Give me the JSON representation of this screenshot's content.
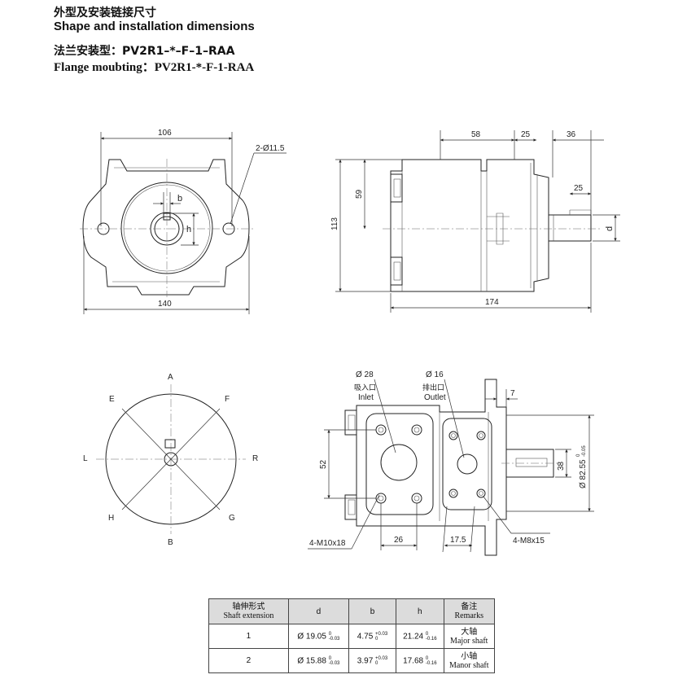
{
  "header": {
    "title_cn": "外型及安装链接尺寸",
    "title_en": "Shape and installation dimensions",
    "subtitle_cn": "法兰安装型：PV2R1–*–F–1–RAA",
    "subtitle_en": "Flange moubting：PV2R1-*-F-1-RAA"
  },
  "front_view": {
    "dim_width": "106",
    "dim_overall": "140",
    "holes": "2-Ø11.5",
    "key_b": "b",
    "key_h": "h"
  },
  "side_view": {
    "dim_58": "58",
    "dim_25a": "25",
    "dim_36": "36",
    "dim_25b": "25",
    "dim_59": "59",
    "dim_113": "113",
    "dim_174": "174",
    "dim_d": "d"
  },
  "rotation_view": {
    "A": "A",
    "E": "E",
    "F": "F",
    "L": "L",
    "R": "R",
    "H": "H",
    "G": "G",
    "B": "B"
  },
  "port_view": {
    "inlet_dia": "Ø 28",
    "inlet_cn": "吸入口",
    "inlet_en": "Inlet",
    "outlet_dia": "Ø 16",
    "outlet_cn": "排出口",
    "outlet_en": "Outlet",
    "dim_7": "7",
    "dim_52": "52",
    "dim_38": "38",
    "dim_pilot": "Ø 82.55",
    "pilot_tol_upper": "0",
    "pilot_tol_lower": "-0.05",
    "bolt_inlet": "4-M10x18",
    "dim_26": "26",
    "dim_17_5": "17.5",
    "bolt_outlet": "4-M8x15"
  },
  "table": {
    "headers": [
      {
        "cn": "轴伸形式",
        "en": "Shaft extension"
      },
      {
        "cn": "",
        "en": "d"
      },
      {
        "cn": "",
        "en": "b"
      },
      {
        "cn": "",
        "en": "h"
      },
      {
        "cn": "备注",
        "en": "Remarks"
      }
    ],
    "rows": [
      {
        "type": "1",
        "d": "Ø 19.05",
        "d_up": "0",
        "d_lo": "-0.03",
        "b": "4.75",
        "b_up": "+0.03",
        "b_lo": "0",
        "h": "21.24",
        "h_up": "0",
        "h_lo": "-0.16",
        "remark_cn": "大轴",
        "remark_en": "Major shaft"
      },
      {
        "type": "2",
        "d": "Ø 15.88",
        "d_up": "0",
        "d_lo": "-0.03",
        "b": "3.97",
        "b_up": "+0.03",
        "b_lo": "0",
        "h": "17.68",
        "h_up": "0",
        "h_lo": "-0.16",
        "remark_cn": "小轴",
        "remark_en": "Manor shaft"
      }
    ]
  }
}
